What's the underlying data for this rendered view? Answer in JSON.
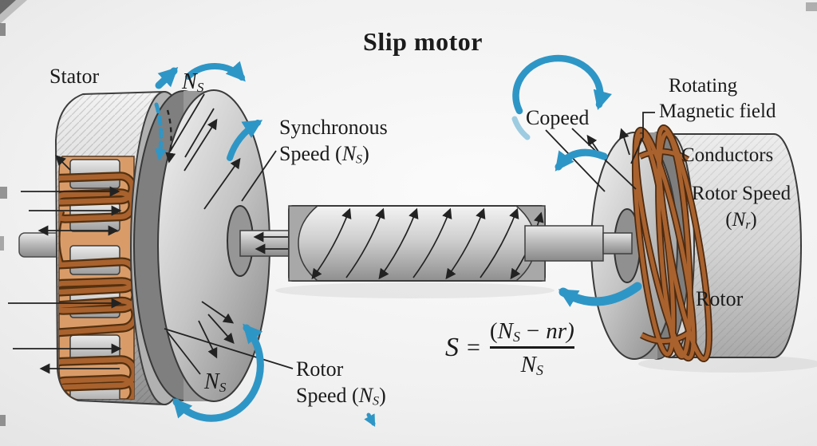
{
  "title": "Slip motor",
  "labels": {
    "stator": "Stator",
    "ns": {
      "base": "N",
      "sub": "S"
    },
    "synchronous": {
      "line1": "Synchronous",
      "line2_pre": "Speed (",
      "var": "N",
      "sub": "S",
      "post": ")"
    },
    "copeed": "Copeed",
    "rmf_line1": "Rotating",
    "rmf_line2": "Magnetic field",
    "conductors": "Conductors",
    "rotor_speed_right": {
      "line1": "Rotor Speed",
      "pre": "(",
      "var": "N",
      "sub": "r",
      "post": ")"
    },
    "rotor": "Rotor",
    "rotor_speed_bottom": {
      "line1": "Rotor",
      "line2_pre": "Speed (",
      "var": "N",
      "sub": "S",
      "post": ")"
    }
  },
  "formula": {
    "lhs": "S",
    "equals": "=",
    "num_open": "(",
    "num_var": "N",
    "num_sub": "S",
    "minus": "−",
    "num_tail": "nr)",
    "den_var": "N",
    "den_sub": "S"
  },
  "colors": {
    "arrow_blue": "#2e96c6",
    "copper_dark": "#53300f",
    "copper": "#a9622e",
    "copper_panel": "#d99c69",
    "metal_light": "#e8e8e8",
    "metal_dark": "#8f8f8f",
    "text": "#1b1b1b"
  }
}
